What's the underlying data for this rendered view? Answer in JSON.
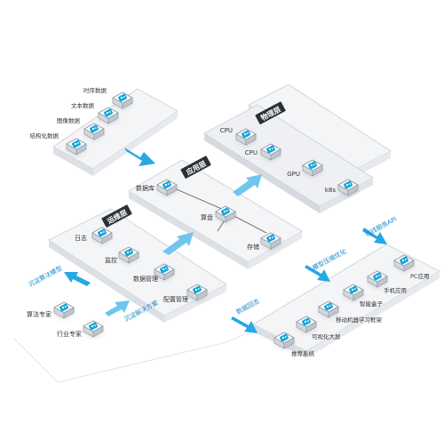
{
  "colors": {
    "panel_top": "#f4f5f7",
    "panel_side": "#dcdfe4",
    "panel_border": "#c9ced6",
    "layer_tag": "#2b2f36",
    "node_blue": "#19a7d8",
    "arrow_a": "#8fd3f1",
    "arrow_b": "#27a7e3",
    "label_blue": "#1a87c9",
    "text": "#333333"
  },
  "data_sources": {
    "items": [
      "时序数据",
      "文本数据",
      "图像数据",
      "结构化数据"
    ]
  },
  "physical_layer": {
    "tag": "物理层",
    "nodes": [
      "CPU",
      "CPU",
      "GPU",
      "k8s"
    ]
  },
  "application_layer": {
    "tag": "应用层",
    "nodes": [
      "数据库",
      "算盘",
      "存储"
    ]
  },
  "ops_layer": {
    "tag": "运维层",
    "nodes": [
      "日志",
      "监控",
      "数据管理",
      "配置管理"
    ]
  },
  "left_flow": {
    "label_model": "沉淀算法模型",
    "label_solution": "沉淀解决方案",
    "experts": [
      "算法专家",
      "行业专家"
    ]
  },
  "output_panel": {
    "label_online": "在线服务API",
    "label_optimize": "模型压缩优化",
    "label_backflow": "数据回流",
    "items": [
      "PC应用",
      "手机应用",
      "智能盒子",
      "移动机器学习框架",
      "可视化大屏",
      "推荐系统"
    ]
  }
}
